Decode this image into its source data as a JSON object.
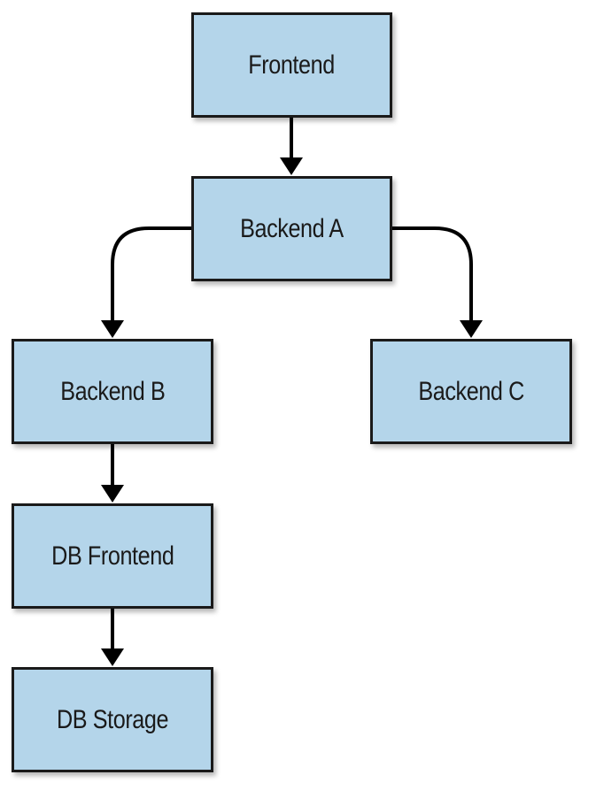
{
  "diagram": {
    "nodes": [
      {
        "id": "frontend",
        "label": "Frontend"
      },
      {
        "id": "backend-a",
        "label": "Backend A"
      },
      {
        "id": "backend-b",
        "label": "Backend B"
      },
      {
        "id": "backend-c",
        "label": "Backend C"
      },
      {
        "id": "db-frontend",
        "label": "DB Frontend"
      },
      {
        "id": "db-storage",
        "label": "DB Storage"
      }
    ],
    "edges": [
      {
        "from": "frontend",
        "to": "backend-a"
      },
      {
        "from": "backend-a",
        "to": "backend-b"
      },
      {
        "from": "backend-a",
        "to": "backend-c"
      },
      {
        "from": "backend-b",
        "to": "db-frontend"
      },
      {
        "from": "db-frontend",
        "to": "db-storage"
      }
    ],
    "colors": {
      "node_fill": "#b4d5ea",
      "node_border": "#1a1a1a",
      "edge": "#000000"
    }
  }
}
